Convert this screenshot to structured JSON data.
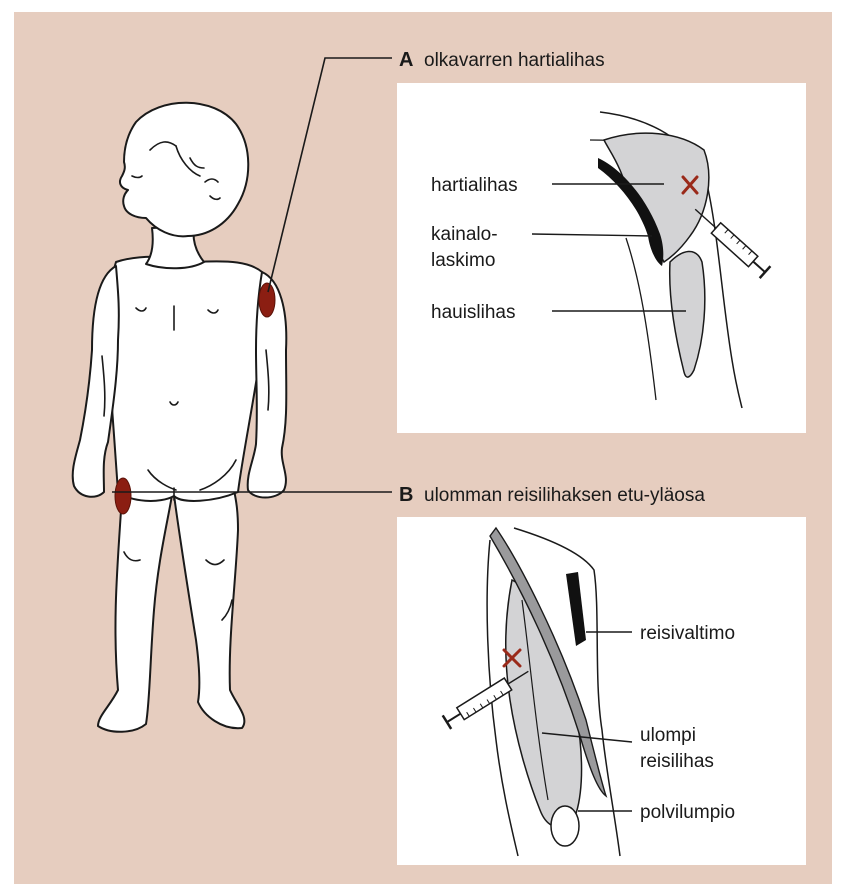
{
  "colors": {
    "background": "#e6cdbf",
    "panel": "#ffffff",
    "injection_site": "#8b1e12",
    "muscle": "#d3d3d5",
    "mark": "#9a2a1a"
  },
  "section_a": {
    "letter": "A",
    "title": "olkavarren hartialihas",
    "labels": {
      "deltoid": "hartialihas",
      "vein_line1": "kainalo-",
      "vein_line2": "laskimo",
      "biceps": "hauislihas"
    }
  },
  "section_b": {
    "letter": "B",
    "title": "ulomman reisilihaksen etu-yläosa",
    "labels": {
      "artery": "reisivaltimo",
      "muscle_line1": "ulompi",
      "muscle_line2": "reisilihas",
      "kneecap": "polvilumpio"
    }
  },
  "icons": {
    "child": "child-figure-icon",
    "syringe": "syringe-icon",
    "mark": "x-mark-icon"
  }
}
